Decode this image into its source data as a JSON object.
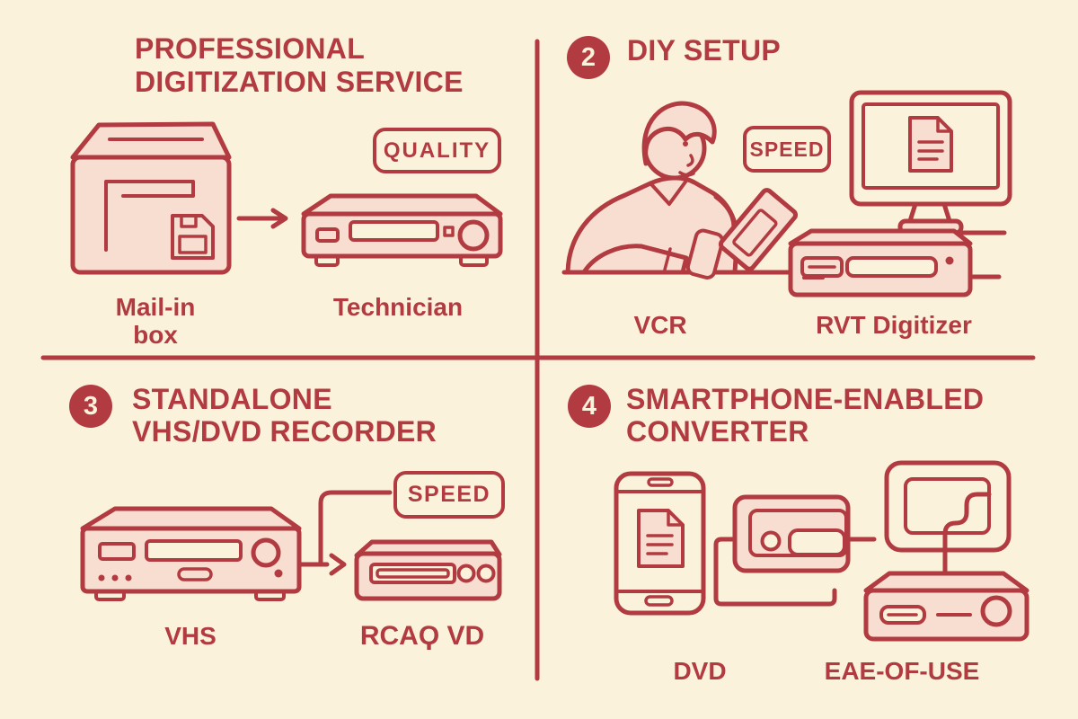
{
  "palette": {
    "background": "#FBF2DC",
    "ink": "#B23B41",
    "shape_fill": "#F8DED0"
  },
  "quadrants": {
    "professional_service": {
      "title": "PROFESSIONAL\nDIGITIZATION SERVICE",
      "tag": "QUALITY",
      "left_item": {
        "label": "Mail-in\nbox",
        "icon": "mail-in-box"
      },
      "right_item": {
        "label": "Technician",
        "icon": "vcr-deck"
      }
    },
    "diy_setup": {
      "step_number": "2",
      "title": "DIY SETUP",
      "tag": "SPEED",
      "left_item": {
        "label": "VCR",
        "icon": "person-holding-vhs-tape"
      },
      "right_item": {
        "label": "RVT Digitizer",
        "icon": "computer-monitor-and-digitizer"
      }
    },
    "standalone_recorder": {
      "step_number": "3",
      "title": "STANDALONE\nVHS/DVD RECORDER",
      "tag": "SPEED",
      "left_item": {
        "label": "VHS",
        "icon": "vhs-player"
      },
      "right_item": {
        "label": "RCAϘ VD",
        "icon": "dvd-recorder"
      }
    },
    "smartphone_converter": {
      "step_number": "4",
      "title": "SMARTPHONE-ENABLED\nCONVERTER",
      "left_item": {
        "label": "DVD",
        "icon": "smartphone-with-cable"
      },
      "right_item": {
        "label": "EAE-OF-USE",
        "icon": "display-and-converter-box"
      }
    }
  }
}
